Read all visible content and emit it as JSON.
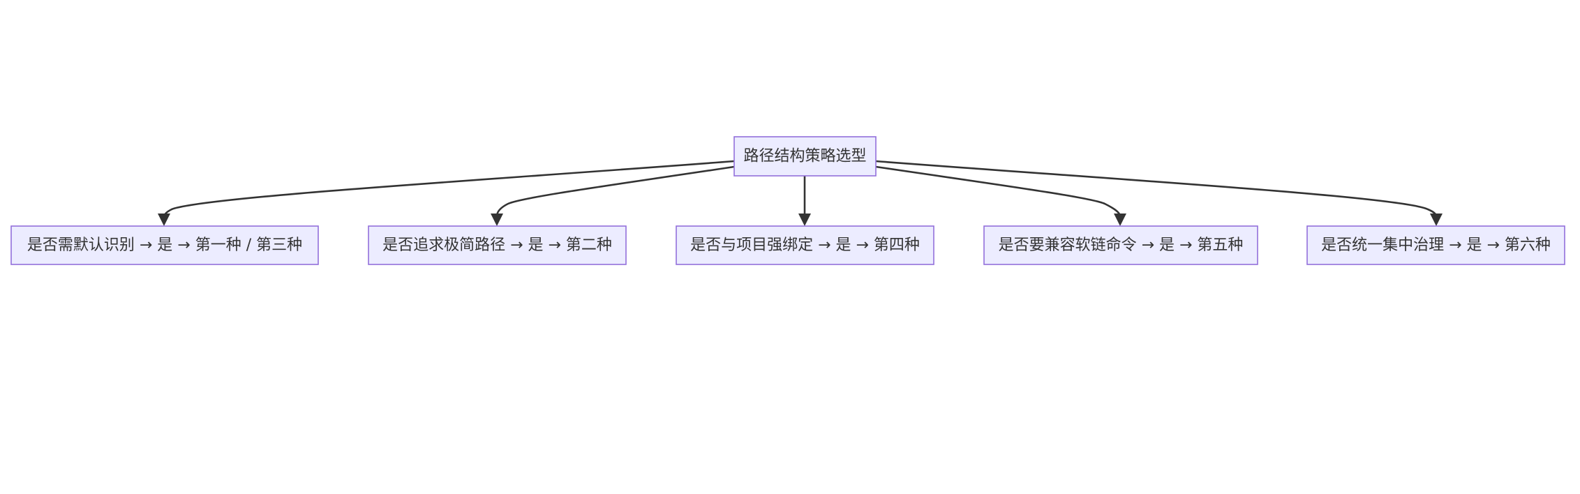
{
  "diagram": {
    "type": "flowchart",
    "direction": "top-down",
    "colors": {
      "node_fill": "#ececff",
      "node_border": "#9370db",
      "edge": "#333333",
      "text": "#333333"
    },
    "root": {
      "id": "root",
      "label": "路径结构策略选型"
    },
    "children": [
      {
        "id": "c1",
        "label": "是否需默认识别 → 是 → 第一种 / 第三种"
      },
      {
        "id": "c2",
        "label": "是否追求极简路径 → 是 → 第二种"
      },
      {
        "id": "c3",
        "label": "是否与项目强绑定 → 是 → 第四种"
      },
      {
        "id": "c4",
        "label": "是否要兼容软链命令 → 是 → 第五种"
      },
      {
        "id": "c5",
        "label": "是否统一集中治理 → 是 → 第六种"
      }
    ],
    "edges": [
      {
        "from": "root",
        "to": "c1"
      },
      {
        "from": "root",
        "to": "c2"
      },
      {
        "from": "root",
        "to": "c3"
      },
      {
        "from": "root",
        "to": "c4"
      },
      {
        "from": "root",
        "to": "c5"
      }
    ]
  }
}
